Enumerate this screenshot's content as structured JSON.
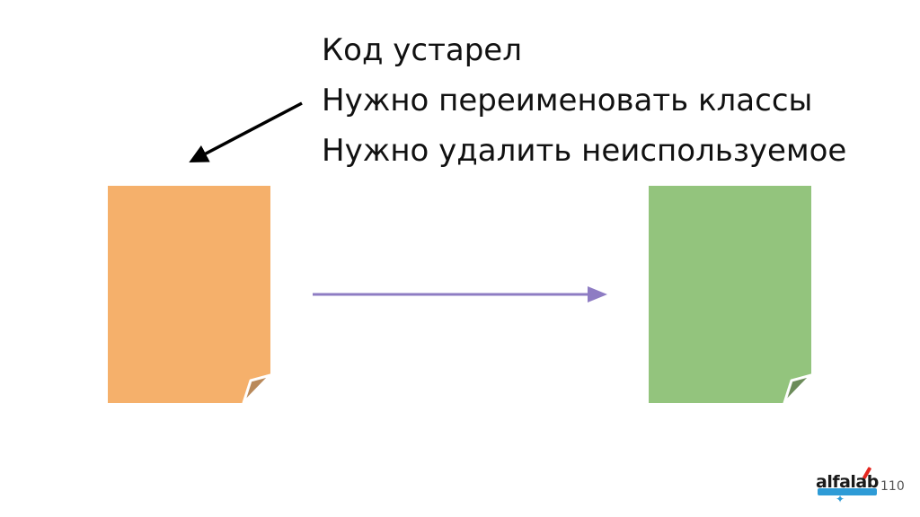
{
  "notes": [
    "Код устарел",
    "Нужно переименовать классы",
    "Нужно удалить неиспользуемое"
  ],
  "colors": {
    "old_document": "#f5b06b",
    "old_document_fold": "#b9895a",
    "new_document": "#93c47d",
    "new_document_fold": "#6c8c5a",
    "transform_arrow": "#8e7cc3",
    "pointer_arrow": "#000000"
  },
  "logo": {
    "text": "alfalab"
  },
  "page_number": "110"
}
